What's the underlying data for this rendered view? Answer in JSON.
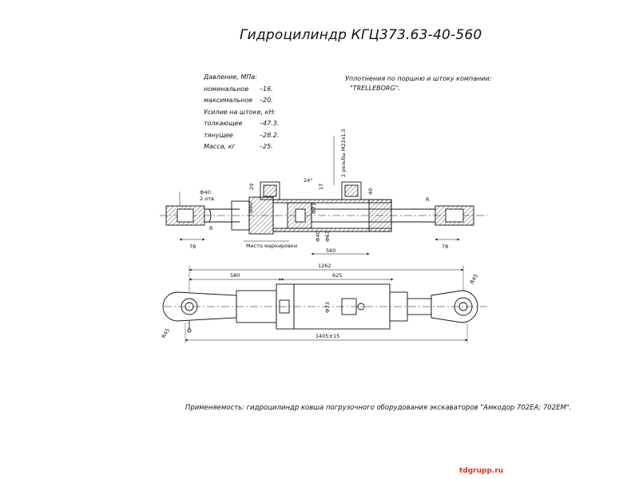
{
  "title": "Гидроцилиндр КГЦ373.63-40-560",
  "specs": {
    "pressure_header": "Давление, МПа:",
    "nominal_label": "номинальное",
    "nominal_value": "–16.",
    "max_label": "максимальное",
    "max_value": "–20.",
    "force_header": "Усилие на штоке, кН:",
    "push_label": "толкающее",
    "push_value": "–47.3.",
    "pull_label": "тянущее",
    "pull_value": "–28.2.",
    "mass_label": "Масса, кг",
    "mass_value": "–25."
  },
  "seals": {
    "line1": "Уплотнения по поршню и штоку компании:",
    "line2": "\"TRELLEBORG\"."
  },
  "drawing_labels": {
    "d40_eye": "Ф40",
    "two_holes": "2 отв.",
    "dim_78_left": "78",
    "dim_78_right": "78",
    "r_left": "R",
    "r_right": "R",
    "d60": "Ф60",
    "d73_section": "Ф73",
    "d40_rod": "Ф40",
    "d63": "Ф63",
    "stroke_560": "560",
    "angle_24": "24°",
    "thread": "2 резьбы М22х1,5",
    "marking_place": "Место маркировки",
    "dim_29": "29",
    "dim_40_top": "40",
    "dim_17": "17",
    "dim_1262": "1262",
    "dim_580": "580",
    "dim_625": "625",
    "d73_view": "Ф73",
    "total_length": "1405±15",
    "r45_right": "R45",
    "r45_left": "R45"
  },
  "applicability": "Применяемость: гидроцилиндр ковша погрузочного оборудования экскаваторов \"Амкодор 702ЕА; 702ЕМ\".",
  "site": "tdgrupp.ru",
  "colors": {
    "line": "#111111",
    "hatch": "#333333",
    "site": "#e0301e"
  }
}
